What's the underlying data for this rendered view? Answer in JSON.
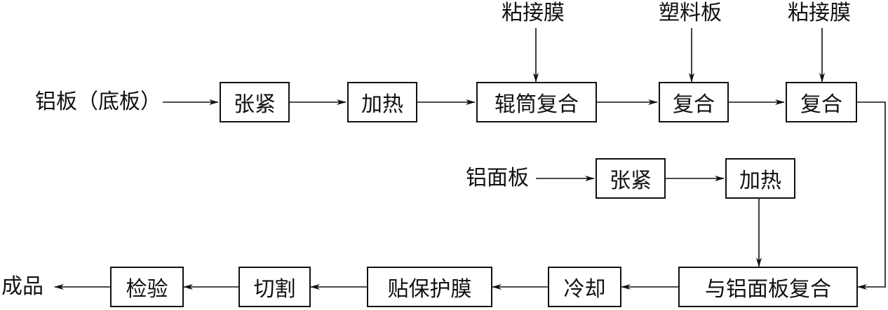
{
  "inputs": {
    "aluminum_base": "铝板（底板）",
    "adhesive_film_1": "粘接膜",
    "plastic_board": "塑料板",
    "adhesive_film_2": "粘接膜",
    "aluminum_face": "铝面板"
  },
  "row1": {
    "tension": "张紧",
    "heating": "加热",
    "roller_composite": "辊筒复合",
    "composite_1": "复合",
    "composite_2": "复合"
  },
  "row2": {
    "tension": "张紧",
    "heating": "加热"
  },
  "row3": {
    "face_composite": "与铝面板复合",
    "cooling": "冷却",
    "protective_film": "贴保护膜",
    "cutting": "切割",
    "inspection": "检验"
  },
  "output": {
    "finished_product": "成品"
  }
}
